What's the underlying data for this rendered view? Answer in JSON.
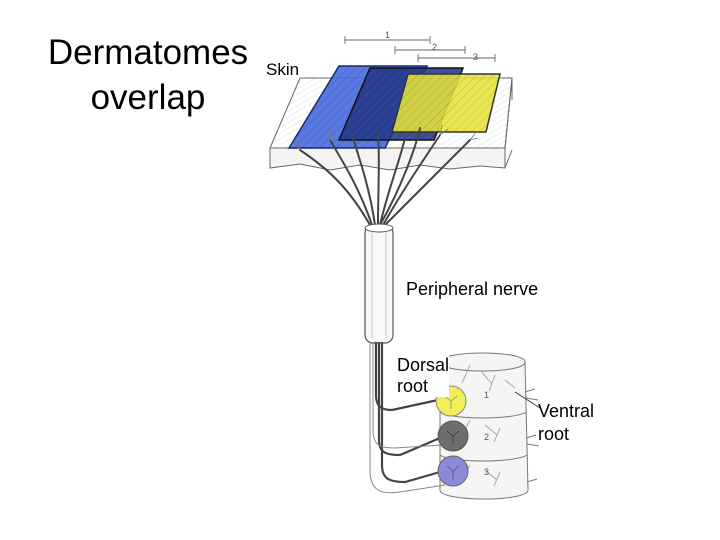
{
  "title": {
    "line1": "Dermatomes",
    "line2": "overlap"
  },
  "labels": {
    "skin": "Skin",
    "peripheral_nerve": "Peripheral nerve",
    "dorsal_root": {
      "line1": "Dorsal",
      "line2": "root"
    },
    "ventral_root": {
      "line1": "Ventral",
      "line2": "root"
    }
  },
  "segment_numbers": [
    "1",
    "2",
    "3"
  ],
  "colors": {
    "dermatome_1": "#4a6fe0",
    "dermatome_2": "#26388a",
    "dermatome_3": "#e6e23a",
    "ganglion_1": "#f2ee55",
    "ganglion_2": "#6e6e6e",
    "ganglion_3": "#8a8ad8",
    "line": "#444444"
  }
}
